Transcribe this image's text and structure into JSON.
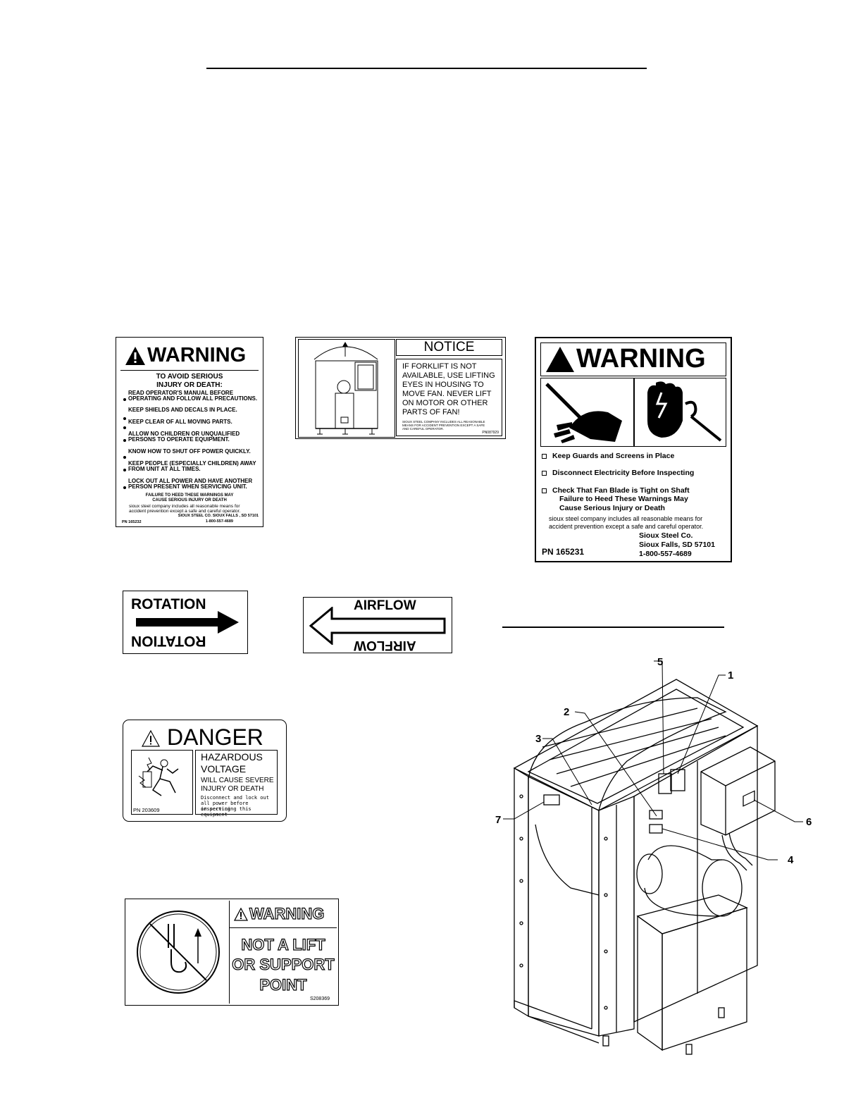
{
  "decal_warning_small": {
    "heading": "WARNING",
    "sub1": "TO AVOID SERIOUS",
    "sub2": "INJURY OR DEATH:",
    "l1a": "READ OPERATOR'S MANUAL BEFORE",
    "l1b": "OPERATING   AND FOLLOW ALL PRECAUTIONS.",
    "l2": "KEEP SHIELDS AND DECALS IN PLACE.",
    "l3": "KEEP CLEAR OF ALL MOVING PARTS.",
    "l4a": "ALLOW NO CHILDREN OR UNQUALIFIED",
    "l4b": "PERSONS TO   OPERATE EQUIPMENT.",
    "l5": "KNOW HOW TO SHUT OFF POWER QUICKLY.",
    "l6a": "KEEP PEOPLE (ESPECIALLY CHILDREN) AWAY",
    "l6b": "FROM   UNIT AT ALL TIMES.",
    "l7a": "LOCK OUT ALL POWER AND HAVE ANOTHER",
    "l7b": "PERSON   PRESENT WHEN SERVICING UNIT.",
    "fail1": "FAILURE TO HEED THESE WARNINGS MAY",
    "fail2": "CAUSE SERIOUS INJURY OR DEATH",
    "fine": "sioux steel company includes all reasonable means for",
    "fine2": "accident prevention except a safe and careful operator.",
    "company": "SIOUX STEEL CO. SIOUX FALLS , SD 57101",
    "phone": "1-800-557-4689",
    "pn": "PN 165232"
  },
  "decal_notice": {
    "heading": "NOTICE",
    "l1": "IF FORKLIFT IS NOT",
    "l2": "AVAILABLE, USE LIFTING",
    "l3": "EYES IN HOUSING TO",
    "l4": "MOVE FAN. NEVER LIFT",
    "l5": "ON MOTOR OR OTHER",
    "l6": "PARTS OF FAN!",
    "f1": "SIOUX STEEL COMPANY INCLUDES ALL REASONABLE",
    "f2": "MEANS FOR ACCIDENT PREVENTION EXCEPT A SAFE",
    "f3": "AND CAREFUL OPERATOR.",
    "pn": "PN087929"
  },
  "decal_warning_large": {
    "heading": "WARNING",
    "b1": "Keep Guards and Screens in Place",
    "b2": "Disconnect Electricity Before Inspecting",
    "b3": "Check That Fan Blade is Tight on Shaft",
    "b3a": "Failure to Heed These Warnings May",
    "b3b": "Cause Serious Injury or Death",
    "fine1": "sioux steel company includes all reasonable means for",
    "fine2": "accident prevention except a safe and careful operator.",
    "company": "Sioux Steel Co.",
    "city": "Sioux Falls, SD 57101",
    "phone": "1-800-557-4689",
    "pn": "PN 165231"
  },
  "decal_rotation": {
    "label": "ROTATION"
  },
  "decal_airflow": {
    "label": "AIRFLOW"
  },
  "decal_danger": {
    "heading": "DANGER",
    "l1": "HAZARDOUS",
    "l2": "VOLTAGE",
    "l3": "WILL CAUSE SEVERE",
    "l4": "INJURY OR DEATH",
    "f1": "Disconnect and lock out",
    "f2": "all power before inspecting",
    "f3": "or servicing this equipment",
    "pn": "PN 203609"
  },
  "decal_nolift": {
    "heading": "WARNING",
    "l1": "NOT A LIFT",
    "l2": "OR SUPPORT",
    "l3": "POINT",
    "pn": "S208369"
  },
  "callouts": [
    "1",
    "2",
    "3",
    "4",
    "5",
    "6",
    "7"
  ]
}
